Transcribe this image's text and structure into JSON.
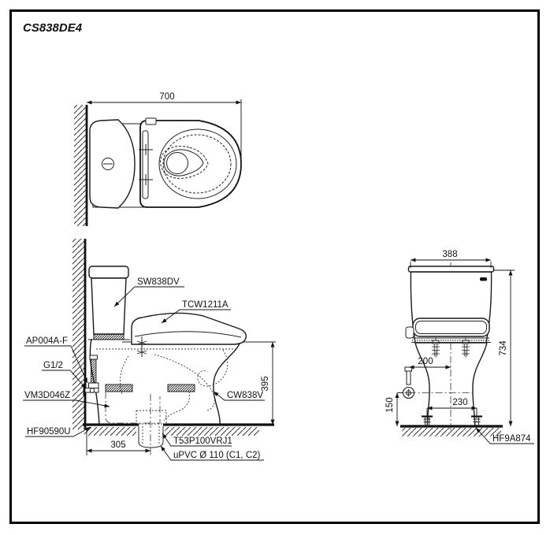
{
  "title": "CS838DE4",
  "views": {
    "top": {
      "dim_width": "700"
    },
    "side": {
      "labels": {
        "tank": "SW838DV",
        "washlet": "TCW1211A",
        "bowl": "CW838V",
        "supply": "AP004A-F",
        "thread": "G1/2",
        "fitting": "VM3D046Z",
        "fixing": "HF90590U",
        "joint": "T53P100VRJ1",
        "pipe": "uPVC Ø 110 (C1, C2)"
      },
      "dims": {
        "rough_in": "305",
        "rim_height": "395"
      }
    },
    "front": {
      "labels": {
        "bolt": "HF9A874"
      },
      "dims": {
        "width": "388",
        "height": "734",
        "supply_x": "200",
        "supply_y": "150",
        "bolt_span": "230"
      }
    }
  }
}
